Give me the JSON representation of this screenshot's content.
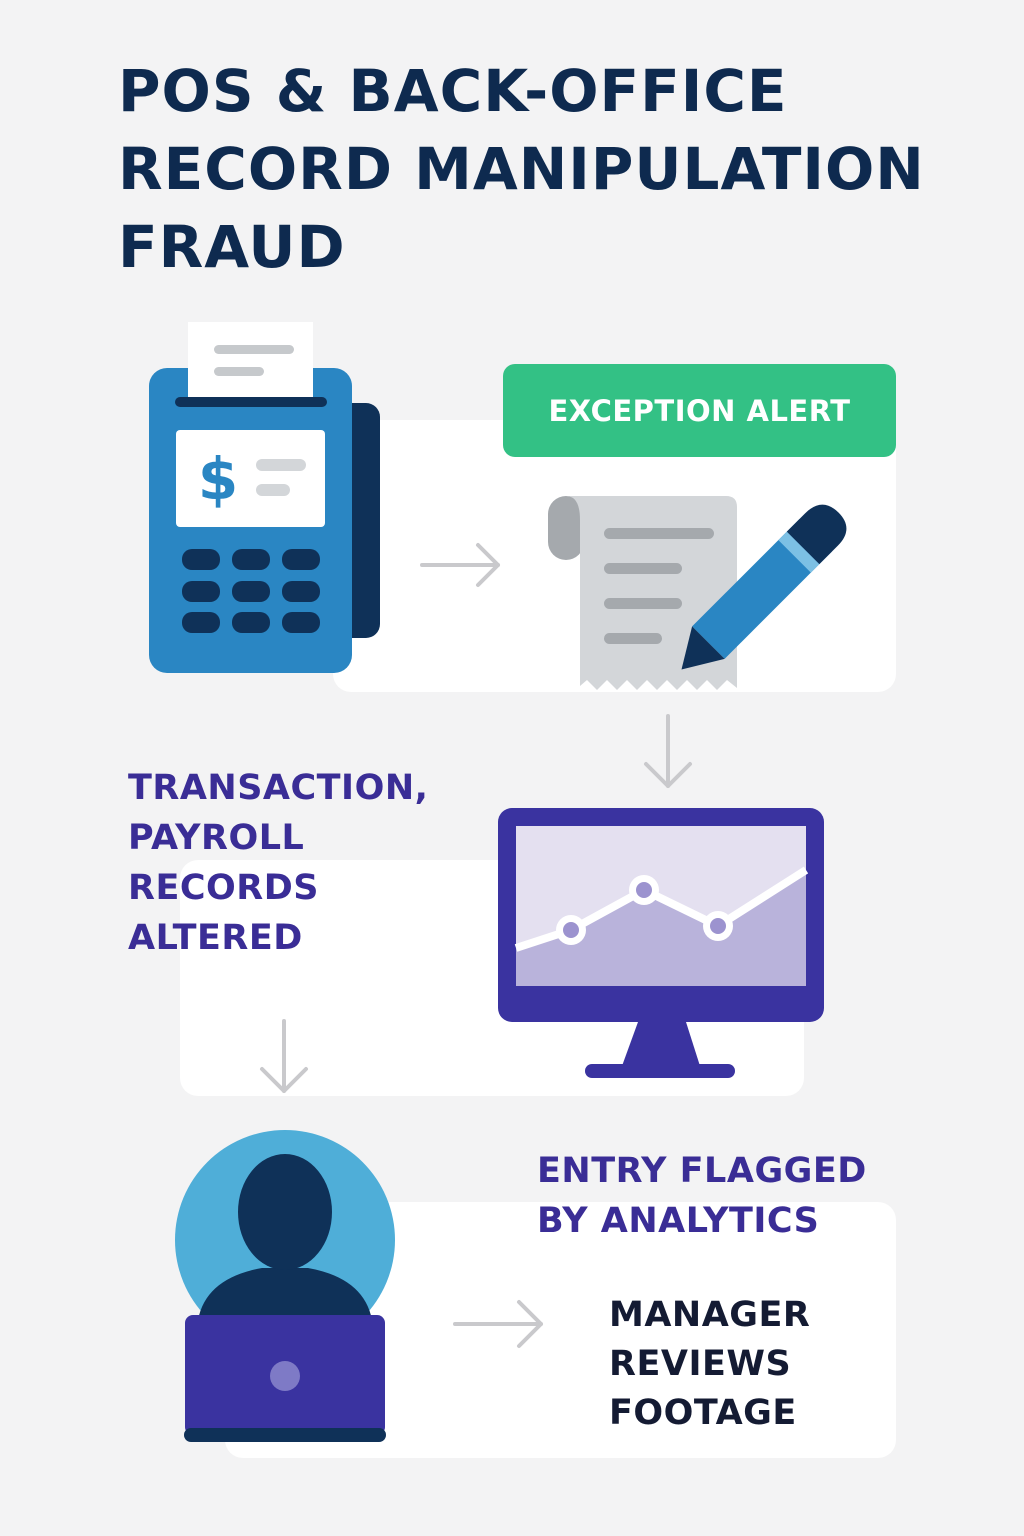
{
  "title_lines": [
    "POS & BACK-OFFICE",
    "RECORD MANIPULATION",
    "FRAUD"
  ],
  "alert_label": "EXCEPTION ALERT",
  "step_labels": {
    "records_altered": [
      "TRANSACTION,",
      "PAYROLL",
      "RECORDS",
      "ALTERED"
    ],
    "entry_flagged": [
      "ENTRY FLAGGED",
      "BY ANALYTICS"
    ],
    "manager_reviews": [
      "MANAGER",
      "REVIEWS",
      "FOOTAGE"
    ]
  },
  "icons": {
    "terminal": "pos-terminal-icon",
    "currency": "dollar-sign-icon",
    "receipt": "edited-receipt-icon",
    "pencil": "pencil-icon",
    "monitor": "analytics-monitor-icon",
    "reviewer": "person-at-laptop-icon",
    "arrow": "arrow-icon"
  },
  "colors": {
    "title": "#0e2a4f",
    "alert": "#33c185",
    "terminal_blue": "#2a86c3",
    "navy": "#0f3158",
    "purple": "#3a2d96",
    "avatar_circle": "#4faed8",
    "arrow": "#c9c9cc"
  }
}
